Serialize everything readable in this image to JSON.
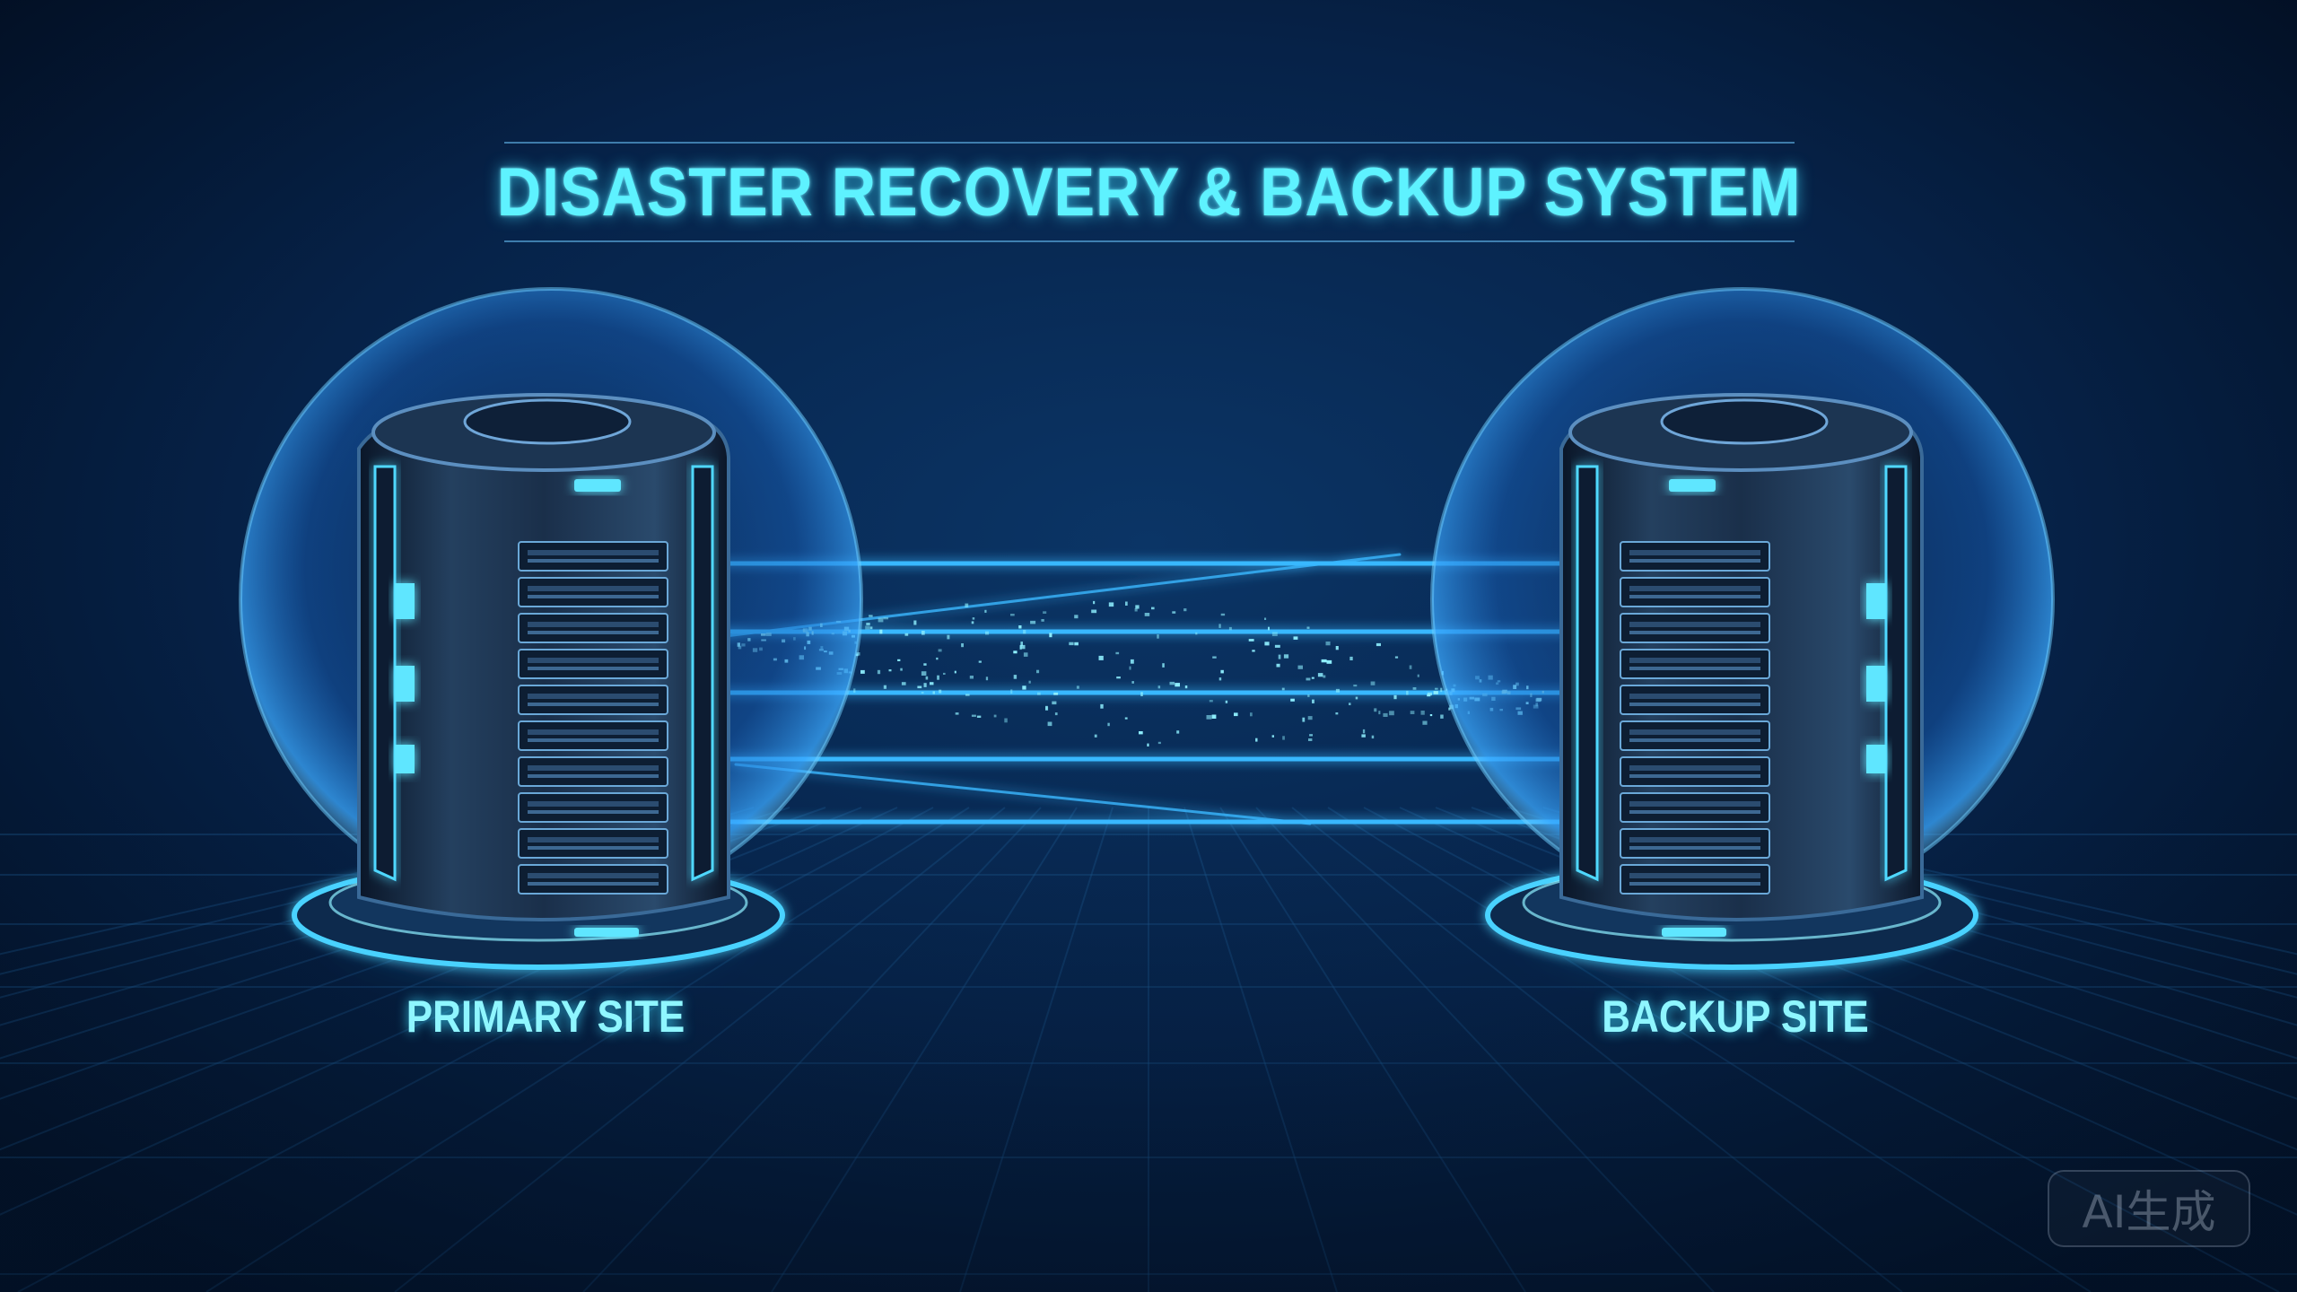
{
  "header": {
    "title": "DISASTER RECOVERY & BACKUP SYSTEM"
  },
  "sites": {
    "primary_label": "PRIMARY SITE",
    "backup_label": "BACKUP SITE"
  },
  "watermark": {
    "label": "AI生成"
  },
  "colors": {
    "background": "#041630",
    "title": "#5ef2ff",
    "glow": "#2fd6ff",
    "bubble": "#1e78d8",
    "server_body": "#16283f"
  },
  "icons": {
    "primary": "server-tower-icon",
    "backup": "server-tower-icon",
    "connection": "data-link-beams"
  }
}
